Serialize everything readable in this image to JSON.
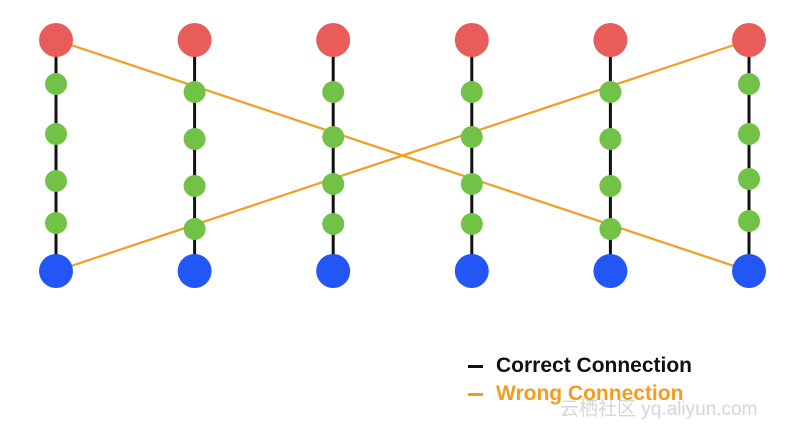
{
  "diagram": {
    "colors": {
      "correct": "#111111",
      "wrong": "#f39c1f",
      "top_node": "#e85c5a",
      "middle_node": "#71c247",
      "bottom_node": "#2357f5"
    },
    "chains": [
      {
        "middle_count": 4
      },
      {
        "middle_count": 4
      },
      {
        "middle_count": 4
      },
      {
        "middle_count": 4
      },
      {
        "middle_count": 4
      },
      {
        "middle_count": 4
      }
    ],
    "wrong_connections": [
      {
        "from_chain": 1,
        "from_end": "top",
        "to_chain": 6,
        "to_end": "bottom"
      },
      {
        "from_chain": 1,
        "from_end": "bottom",
        "to_chain": 6,
        "to_end": "top"
      }
    ]
  },
  "legend": {
    "correct_label": "Correct Connection",
    "wrong_label": "Wrong Connection"
  },
  "watermark": {
    "text": "云栖社区 yq.aliyun.com"
  }
}
